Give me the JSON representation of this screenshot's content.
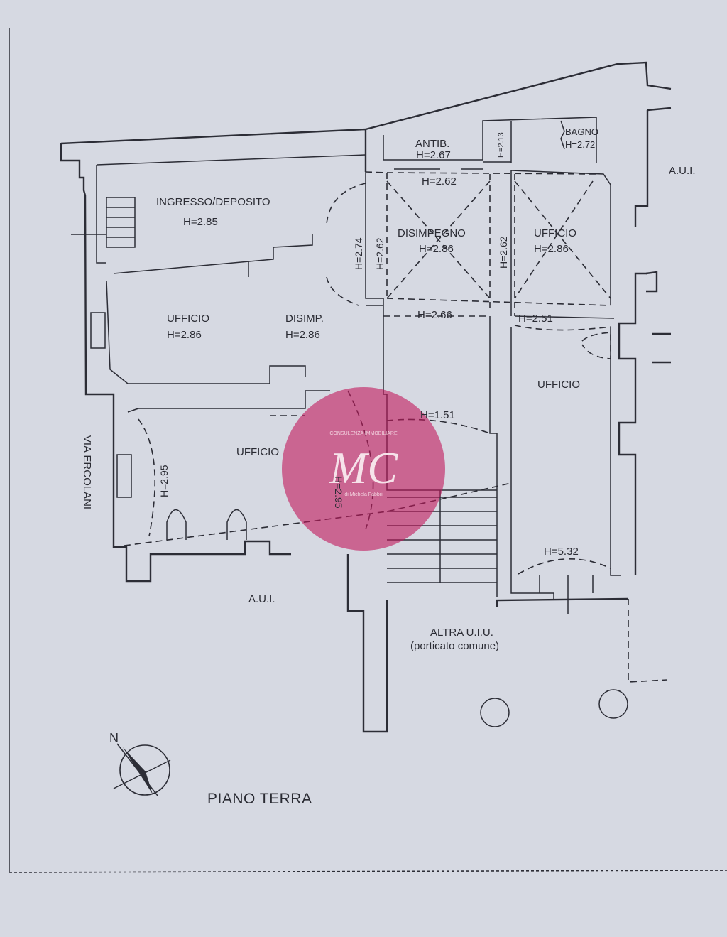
{
  "plan_title": "PIANO TERRA",
  "street": "VIA ERCOLANI",
  "compass": "N",
  "rooms": {
    "ingresso": {
      "name": "INGRESSO/DEPOSITO",
      "height": "H=2.85"
    },
    "antib": {
      "name": "ANTIB.",
      "height": "H=2.67"
    },
    "bagno": {
      "name": "BAGNO",
      "height": "H=2.72"
    },
    "small_h": "H=2.13",
    "disimpegno": {
      "name": "DISIMPEGNO",
      "height": "H=2.86"
    },
    "ufficio_ne": {
      "name": "UFFICIO",
      "height": "H=2.86"
    },
    "ufficio_w": {
      "name": "UFFICIO",
      "height": "H=2.86"
    },
    "disimp": {
      "name": "DISIMP.",
      "height": "H=2.86"
    },
    "ufficio_sw": {
      "name": "UFFICIO",
      "height": "H=2.95"
    },
    "ufficio_e": {
      "name": "UFFICIO",
      "height": "H=5.32"
    }
  },
  "heights": {
    "h262_top": "H=2.62",
    "h274": "H=2.74",
    "h262_left": "H=2.62",
    "h262_mid": "H=2.62",
    "h266": "H=2.66",
    "h251": "H=2.51",
    "h151": "H=1.51",
    "h295_center": "H=2.95"
  },
  "aui_east": "A.U.I.",
  "aui_south": "A.U.I.",
  "altra": {
    "line1": "ALTRA U.I.U.",
    "line2": "(porticato comune)"
  },
  "watermark": {
    "monogram": "MC",
    "top_text": "CONSULENZA IMMOBILIARE",
    "bottom_text": "di Michela Fabbri",
    "color": "#c2185b"
  }
}
